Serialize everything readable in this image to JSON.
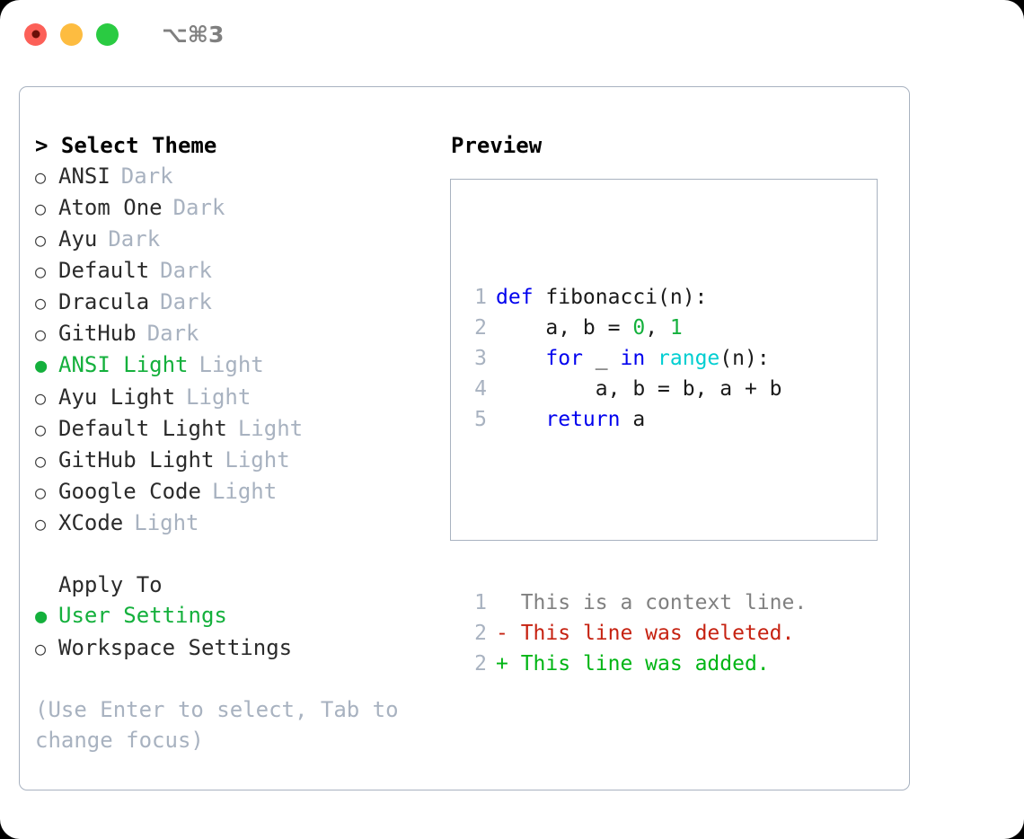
{
  "titlebar": {
    "buttons": [
      {
        "name": "close",
        "color": "#FC6058"
      },
      {
        "name": "minimize",
        "color": "#FDBC40"
      },
      {
        "name": "maximize",
        "color": "#2ACB42"
      }
    ],
    "shortcut": "⌥⌘3"
  },
  "colors": {
    "accent_green": "#14B03C",
    "muted": "#A8B2C0",
    "keyword_blue": "#0000EE",
    "function_cyan": "#00CED1",
    "number_green": "#14B03C",
    "diff_delete_red": "#C62211",
    "diff_add_green": "#00B514",
    "context_gray": "#808080",
    "border": "#A8B2C0"
  },
  "left": {
    "heading": "> Select Theme",
    "themes": [
      {
        "bullet": "○",
        "name": "ANSI",
        "tag": "Dark",
        "selected": false
      },
      {
        "bullet": "○",
        "name": "Atom One",
        "tag": "Dark",
        "selected": false
      },
      {
        "bullet": "○",
        "name": "Ayu",
        "tag": "Dark",
        "selected": false
      },
      {
        "bullet": "○",
        "name": "Default",
        "tag": "Dark",
        "selected": false
      },
      {
        "bullet": "○",
        "name": "Dracula",
        "tag": "Dark",
        "selected": false
      },
      {
        "bullet": "○",
        "name": "GitHub",
        "tag": "Dark",
        "selected": false
      },
      {
        "bullet": "●",
        "name": "ANSI Light",
        "tag": "Light",
        "selected": true
      },
      {
        "bullet": "○",
        "name": "Ayu Light",
        "tag": "Light",
        "selected": false
      },
      {
        "bullet": "○",
        "name": "Default Light",
        "tag": "Light",
        "selected": false
      },
      {
        "bullet": "○",
        "name": "GitHub Light",
        "tag": "Light",
        "selected": false
      },
      {
        "bullet": "○",
        "name": "Google Code",
        "tag": "Light",
        "selected": false
      },
      {
        "bullet": "○",
        "name": "XCode",
        "tag": "Light",
        "selected": false
      }
    ],
    "apply_to_heading": "Apply To",
    "apply_to": [
      {
        "bullet": "●",
        "name": "User Settings",
        "selected": true
      },
      {
        "bullet": "○",
        "name": "Workspace Settings",
        "selected": false
      }
    ],
    "hint": "(Use Enter to select, Tab to change focus)"
  },
  "right": {
    "heading": "Preview",
    "code_lines": [
      {
        "num": "1",
        "tokens": [
          {
            "t": "def ",
            "c": "kw"
          },
          {
            "t": "fibonacci(n):",
            "c": "plain"
          }
        ]
      },
      {
        "num": "2",
        "tokens": [
          {
            "t": "    a, b = ",
            "c": "plain"
          },
          {
            "t": "0",
            "c": "num"
          },
          {
            "t": ", ",
            "c": "plain"
          },
          {
            "t": "1",
            "c": "num"
          }
        ]
      },
      {
        "num": "3",
        "tokens": [
          {
            "t": "    ",
            "c": "plain"
          },
          {
            "t": "for",
            "c": "kw"
          },
          {
            "t": " _ ",
            "c": "plain"
          },
          {
            "t": "in",
            "c": "kw"
          },
          {
            "t": " ",
            "c": "plain"
          },
          {
            "t": "range",
            "c": "fn"
          },
          {
            "t": "(n):",
            "c": "plain"
          }
        ]
      },
      {
        "num": "4",
        "tokens": [
          {
            "t": "        a, b = b, a + b",
            "c": "plain"
          }
        ]
      },
      {
        "num": "5",
        "tokens": [
          {
            "t": "    ",
            "c": "plain"
          },
          {
            "t": "return",
            "c": "kw"
          },
          {
            "t": " a",
            "c": "plain"
          }
        ]
      }
    ],
    "diff_lines": [
      {
        "num": "1",
        "marker": "  ",
        "text": "This is a context line.",
        "kind": "ctx"
      },
      {
        "num": "2",
        "marker": "- ",
        "text": "This line was deleted.",
        "kind": "del"
      },
      {
        "num": "2",
        "marker": "+ ",
        "text": "This line was added.",
        "kind": "add"
      }
    ]
  }
}
